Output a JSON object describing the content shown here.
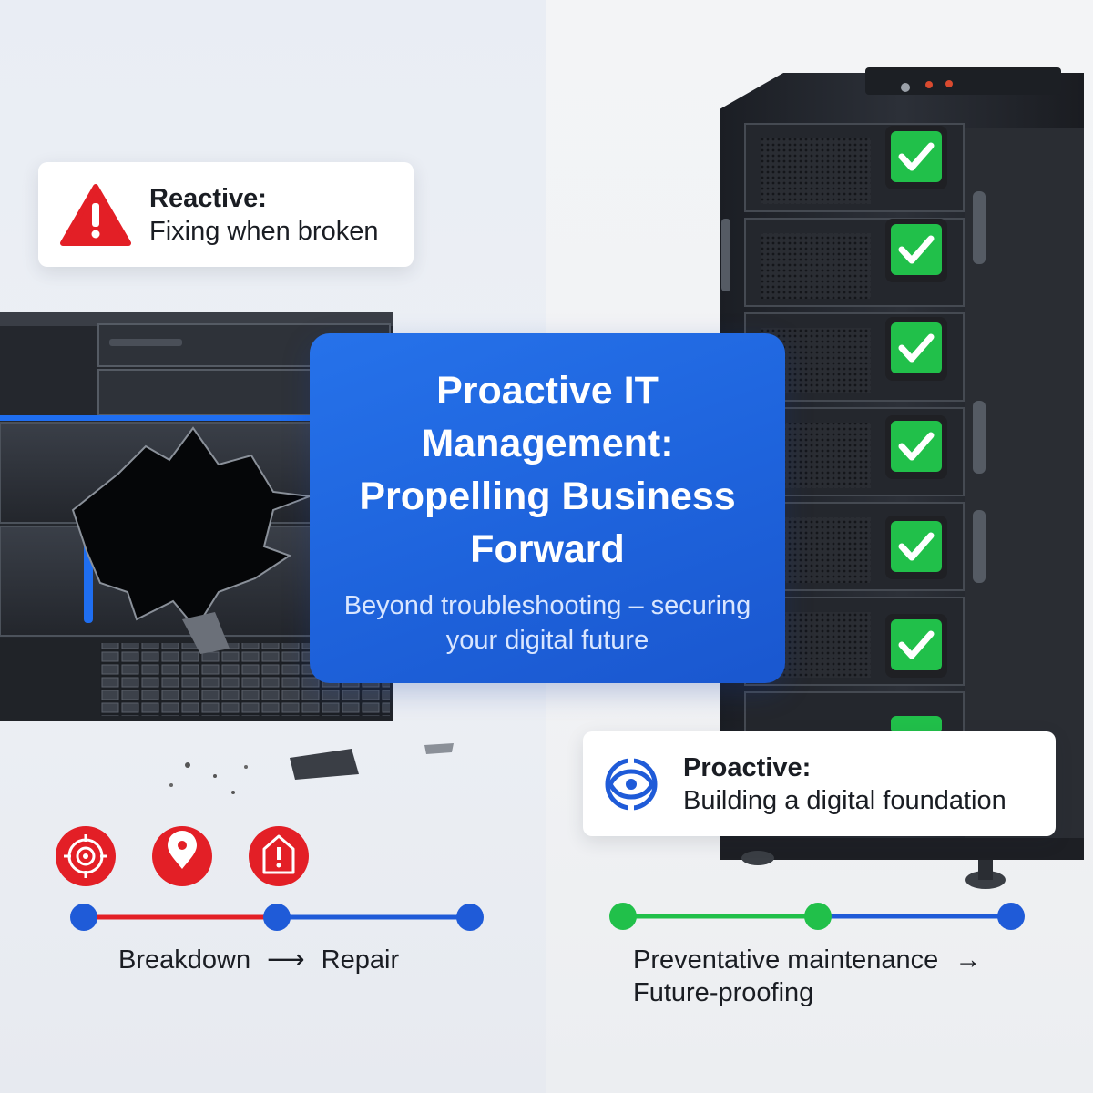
{
  "hero": {
    "title": "Proactive IT Management: Propelling Business Forward",
    "subtitle": "Beyond troubleshooting – securing your digital future"
  },
  "reactive_card": {
    "title": "Reactive:",
    "subtitle": "Fixing when broken",
    "icon": "warning-triangle-icon"
  },
  "proactive_card": {
    "title": "Proactive:",
    "subtitle": "Building a digital foundation",
    "icon": "target-shield-icon"
  },
  "left_timeline": {
    "from": "Breakdown",
    "arrow": "⟶",
    "to": "Repair",
    "icons": [
      "target-icon",
      "location-alert-icon",
      "alert-box-icon"
    ]
  },
  "right_timeline": {
    "from": "Preventative maintenance",
    "arrow": "→",
    "to": "Future-proofing"
  },
  "colors": {
    "brand_blue": "#1e63dc",
    "alert_red": "#e31f26",
    "ok_green": "#21c04a",
    "timeline_blue": "#1f5bd8"
  }
}
